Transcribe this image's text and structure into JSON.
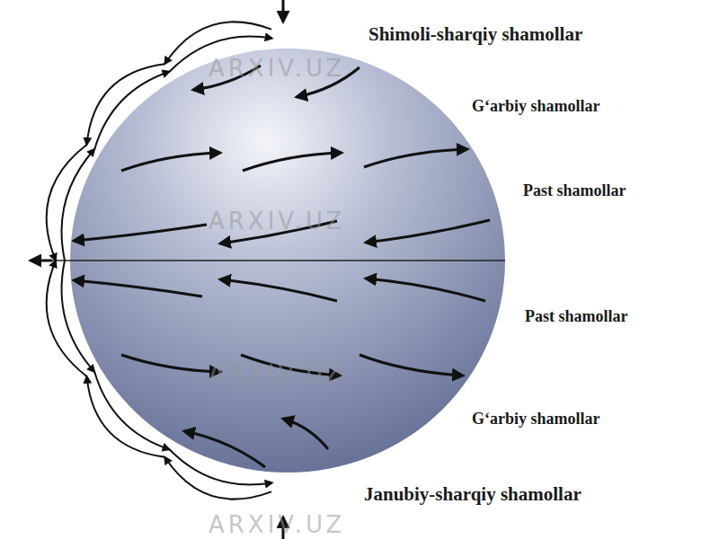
{
  "diagram": {
    "labels": [
      "Shimoli-sharqiy shamollar",
      "G‘arbiy shamollar",
      "Past shamollar",
      "Past shamollar",
      "G‘arbiy shamollar",
      "Janubiy-sharqiy shamollar",
      "ARXIV.UZ",
      "ARXIV.UZ",
      "ARXIV.UZ",
      "ARXIV.UZ"
    ]
  }
}
